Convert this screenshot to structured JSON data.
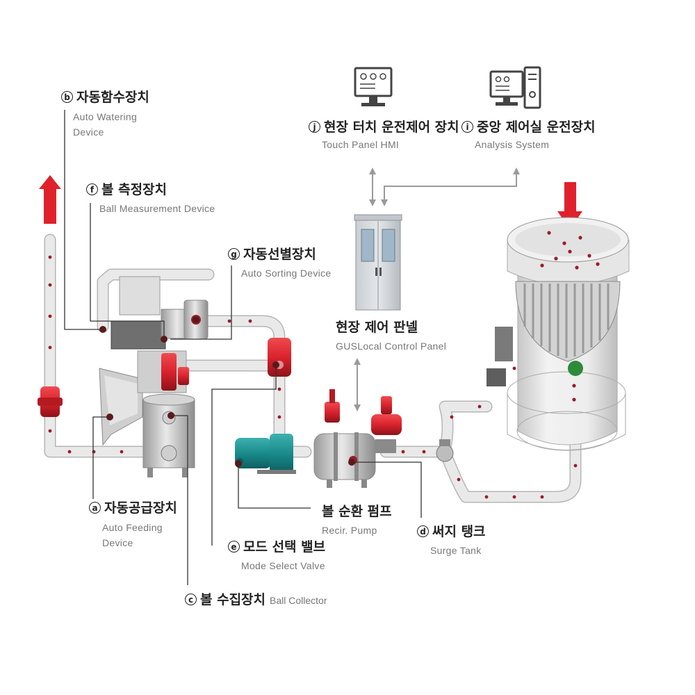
{
  "components": {
    "auto_watering": {
      "marker": "b",
      "label_ko": "자동함수장치",
      "label_en_line1": "Auto Watering",
      "label_en_line2": "Device"
    },
    "ball_measurement": {
      "marker": "f",
      "label_ko": "볼 측정장치",
      "label_en": "Ball Measurement Device"
    },
    "auto_sorting": {
      "marker": "g",
      "label_ko": "자동선별장치",
      "label_en": "Auto Sorting Device"
    },
    "touch_panel": {
      "marker": "j",
      "label_ko": "현장 터치 운전제어 장치",
      "label_en": "Touch Panel HMI"
    },
    "analysis_system": {
      "marker": "i",
      "label_ko": "중앙 제어실 운전장치",
      "label_en": "Analysis System"
    },
    "local_control_panel": {
      "label_ko": "현장 제어 판넬",
      "label_en": "GUSLocal Control Panel"
    },
    "auto_feeding": {
      "marker": "a",
      "label_ko": "자동공급장치",
      "label_en_line1": "Auto Feeding",
      "label_en_line2": "Device"
    },
    "recirc_pump": {
      "label_ko": "볼 순환 펌프",
      "label_en": "Recir. Pump"
    },
    "surge_tank": {
      "marker": "d",
      "label_ko": "써지 탱크",
      "label_en": "Surge Tank"
    },
    "mode_select_valve": {
      "marker": "e",
      "label_ko": "모드 선택 밸브",
      "label_en": "Mode Select Valve"
    },
    "ball_collector": {
      "marker": "c",
      "label_ko": "볼 수집장치",
      "label_en": "Ball Collector"
    }
  },
  "colors": {
    "valve_red": "#d9232d",
    "flow_arrow_red": "#e0212b",
    "pump_teal": "#1a8c8c",
    "pipe_grey": "#e6e6e6",
    "ball_dot": "#9b1b2a",
    "leader_line": "#333333",
    "signal_line": "#9a9a9a",
    "green_valve": "#2e8b3a"
  }
}
